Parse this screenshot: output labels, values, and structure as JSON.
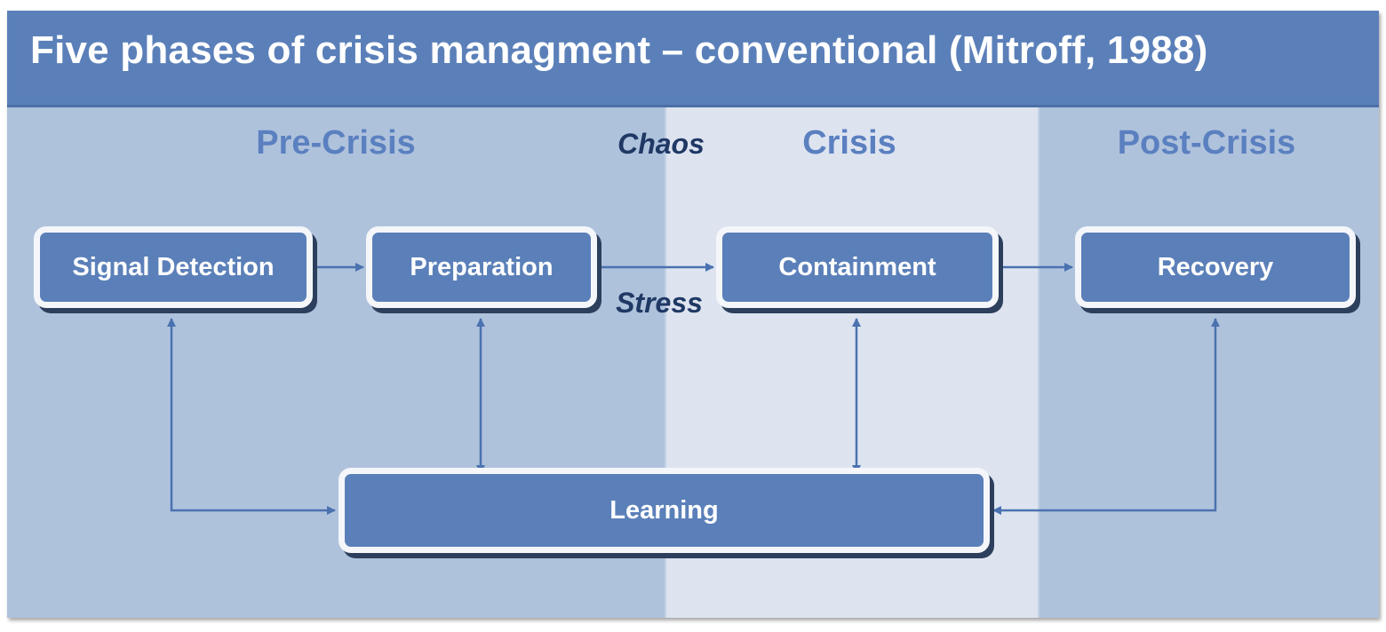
{
  "title": "Five phases of crisis managment – conventional (Mitroff, 1988)",
  "phases": {
    "pre_crisis": "Pre-Crisis",
    "crisis": "Crisis",
    "post_crisis": "Post-Crisis"
  },
  "annotations": {
    "chaos": "Chaos",
    "stress": "Stress"
  },
  "nodes": {
    "signal_detection": "Signal Detection",
    "preparation": "Preparation",
    "containment": "Containment",
    "recovery": "Recovery",
    "learning": "Learning"
  },
  "edges": [
    {
      "from": "Signal Detection",
      "to": "Preparation",
      "direction": "forward"
    },
    {
      "from": "Preparation",
      "to": "Containment",
      "direction": "forward"
    },
    {
      "from": "Containment",
      "to": "Recovery",
      "direction": "forward"
    },
    {
      "from": "Signal Detection",
      "to": "Learning",
      "direction": "both"
    },
    {
      "from": "Preparation",
      "to": "Learning",
      "direction": "both"
    },
    {
      "from": "Containment",
      "to": "Learning",
      "direction": "both"
    },
    {
      "from": "Recovery",
      "to": "Learning",
      "direction": "both"
    }
  ],
  "colors": {
    "title_bar": "#5b80b9",
    "background": "#afc2dc",
    "crisis_band": "#dde4f0",
    "box_fill": "#5b80b9",
    "phase_label": "#5b80c0",
    "annotation": "#1f3864",
    "arrow": "#4a72b0"
  }
}
